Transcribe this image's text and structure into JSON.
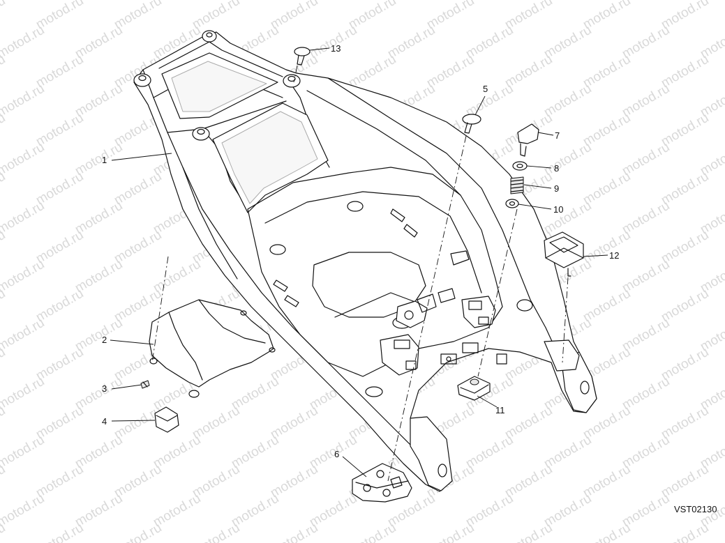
{
  "watermark": {
    "text": "motod.ru"
  },
  "drawing_code": "VST02130",
  "callouts": [
    {
      "id": "callout-1",
      "label": "1"
    },
    {
      "id": "callout-2",
      "label": "2"
    },
    {
      "id": "callout-3",
      "label": "3"
    },
    {
      "id": "callout-4",
      "label": "4"
    },
    {
      "id": "callout-5",
      "label": "5"
    },
    {
      "id": "callout-6",
      "label": "6"
    },
    {
      "id": "callout-7",
      "label": "7"
    },
    {
      "id": "callout-8",
      "label": "8"
    },
    {
      "id": "callout-9",
      "label": "9"
    },
    {
      "id": "callout-10",
      "label": "10"
    },
    {
      "id": "callout-11",
      "label": "11"
    },
    {
      "id": "callout-12",
      "label": "12"
    },
    {
      "id": "callout-13",
      "label": "13"
    }
  ]
}
